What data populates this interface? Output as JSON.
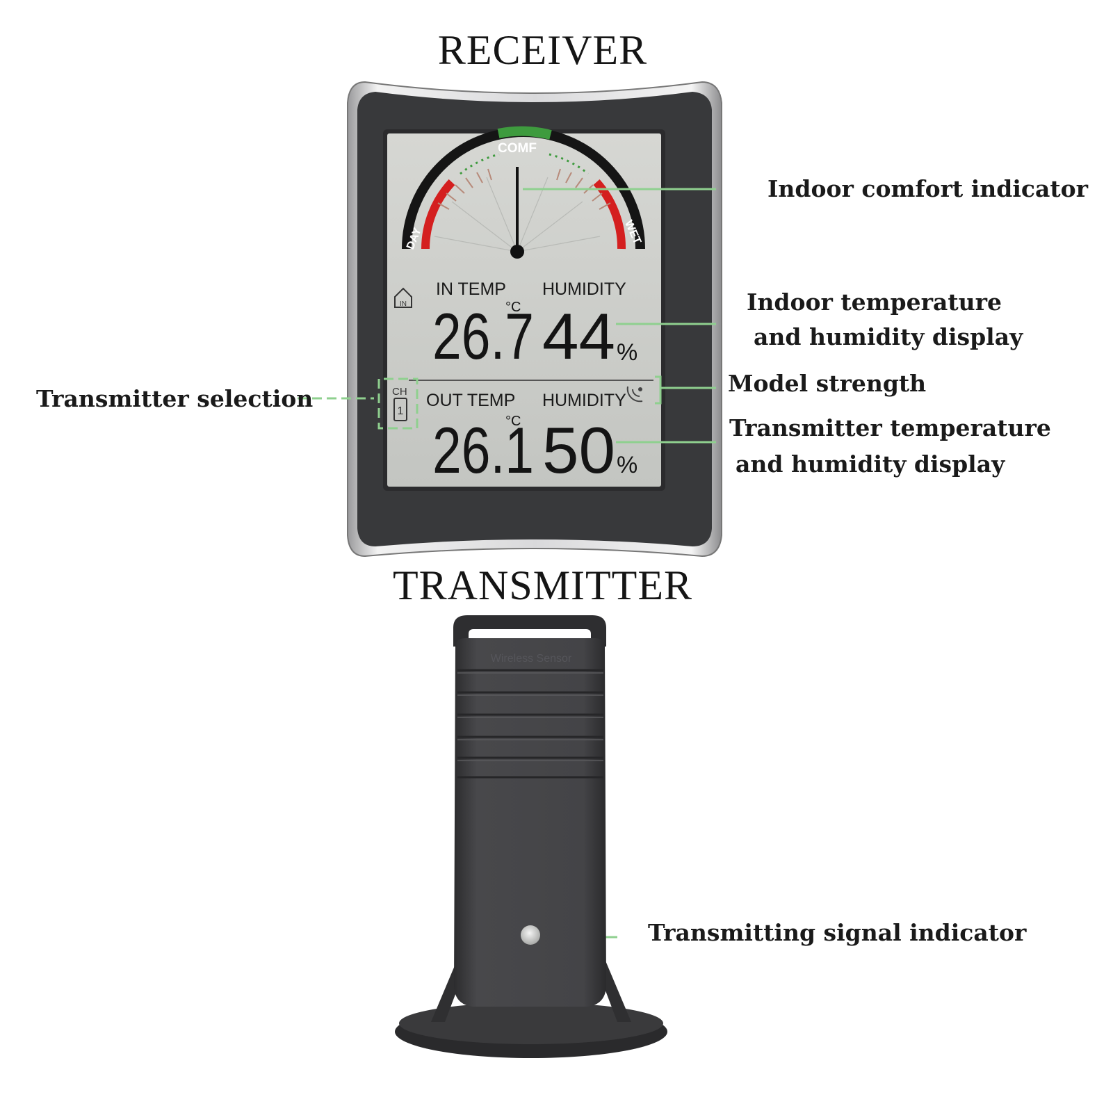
{
  "headings": {
    "receiver": "RECEIVER",
    "transmitter": "TRANSMITTER"
  },
  "receiver_display": {
    "gauge_top_label": "COMF",
    "gauge_left_label": "DAY",
    "gauge_right_label": "WET",
    "indoor_icon_label": "IN",
    "in_temp_label": "IN TEMP",
    "in_humidity_label": "HUMIDITY",
    "in_temp_value": "26.7",
    "in_humidity_value": "44",
    "temp_unit": "°C",
    "humidity_unit": "%",
    "channel_label": "CH",
    "channel_value": "1",
    "out_temp_label": "OUT TEMP",
    "out_humidity_label": "HUMIDITY",
    "out_temp_value": "26.1",
    "out_humidity_value": "50"
  },
  "transmitter_device": {
    "embossed_label": "Wireless Sensor"
  },
  "callouts": {
    "comfort": "Indoor comfort indicator",
    "indoor_line1": "Indoor temperature",
    "indoor_line2": "and humidity display",
    "model_strength": "Model strength",
    "transmitter_line1": "Transmitter temperature",
    "transmitter_line2": "and humidity display",
    "transmitter_selection": "Transmitter selection",
    "signal_indicator": "Transmitting signal indicator"
  },
  "colors": {
    "leader_line": "#8fd08f",
    "lcd_background": "#c9cbc7",
    "device_body": "#3d3d3f",
    "gauge_red": "#d41f1f",
    "gauge_green": "#3e9b3e"
  }
}
